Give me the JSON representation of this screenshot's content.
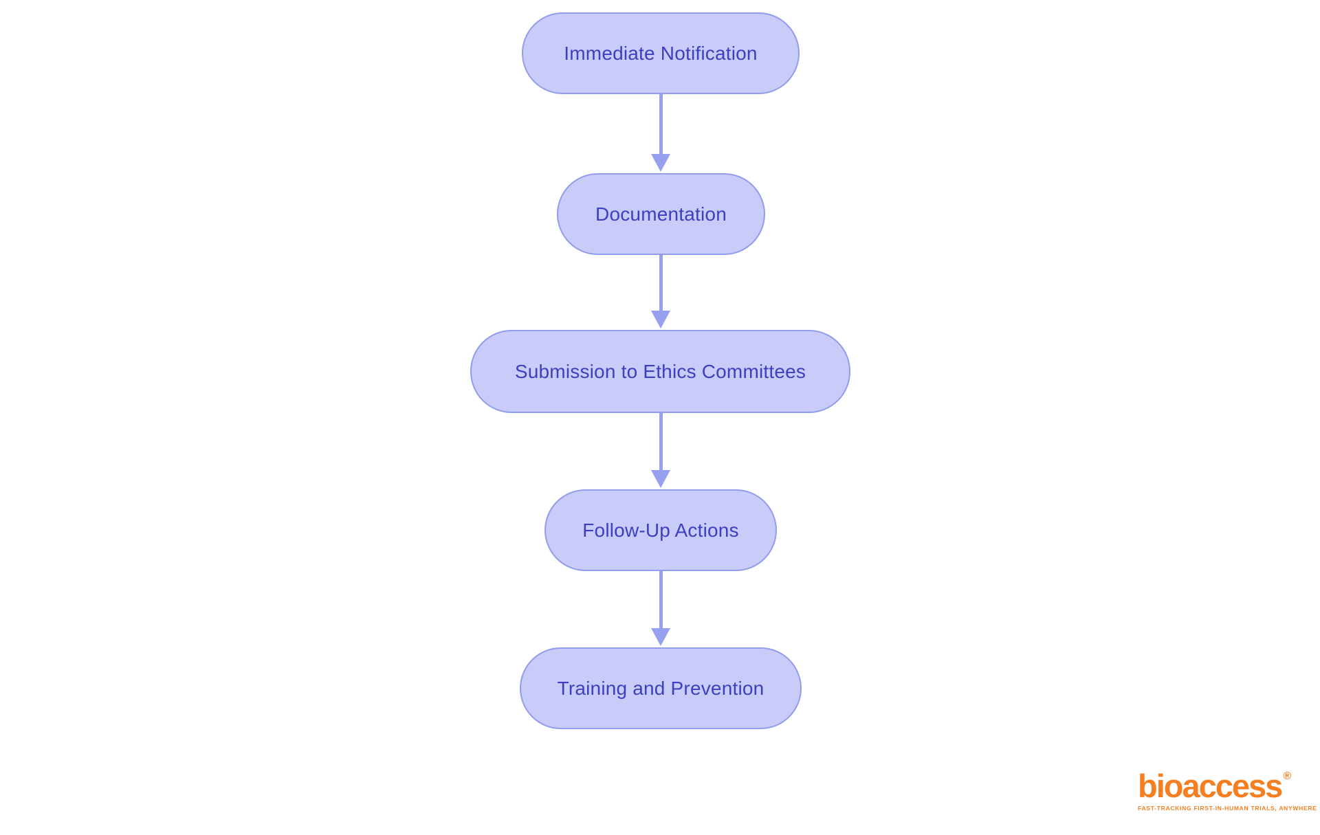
{
  "flowchart": {
    "nodes": [
      {
        "label": "Immediate Notification"
      },
      {
        "label": "Documentation"
      },
      {
        "label": "Submission to Ethics Committees"
      },
      {
        "label": "Follow-Up Actions"
      },
      {
        "label": "Training and Prevention"
      }
    ],
    "colors": {
      "node_fill": "#c9ccf8",
      "node_border": "#919cec",
      "node_text": "#3c40bf",
      "arrow": "#96a0ef"
    }
  },
  "branding": {
    "logo_text": "bioaccess",
    "registered_mark": "®",
    "tagline": "FAST-TRACKING FIRST-IN-HUMAN TRIALS, ANYWHERE",
    "logo_color": "#f57f20"
  }
}
